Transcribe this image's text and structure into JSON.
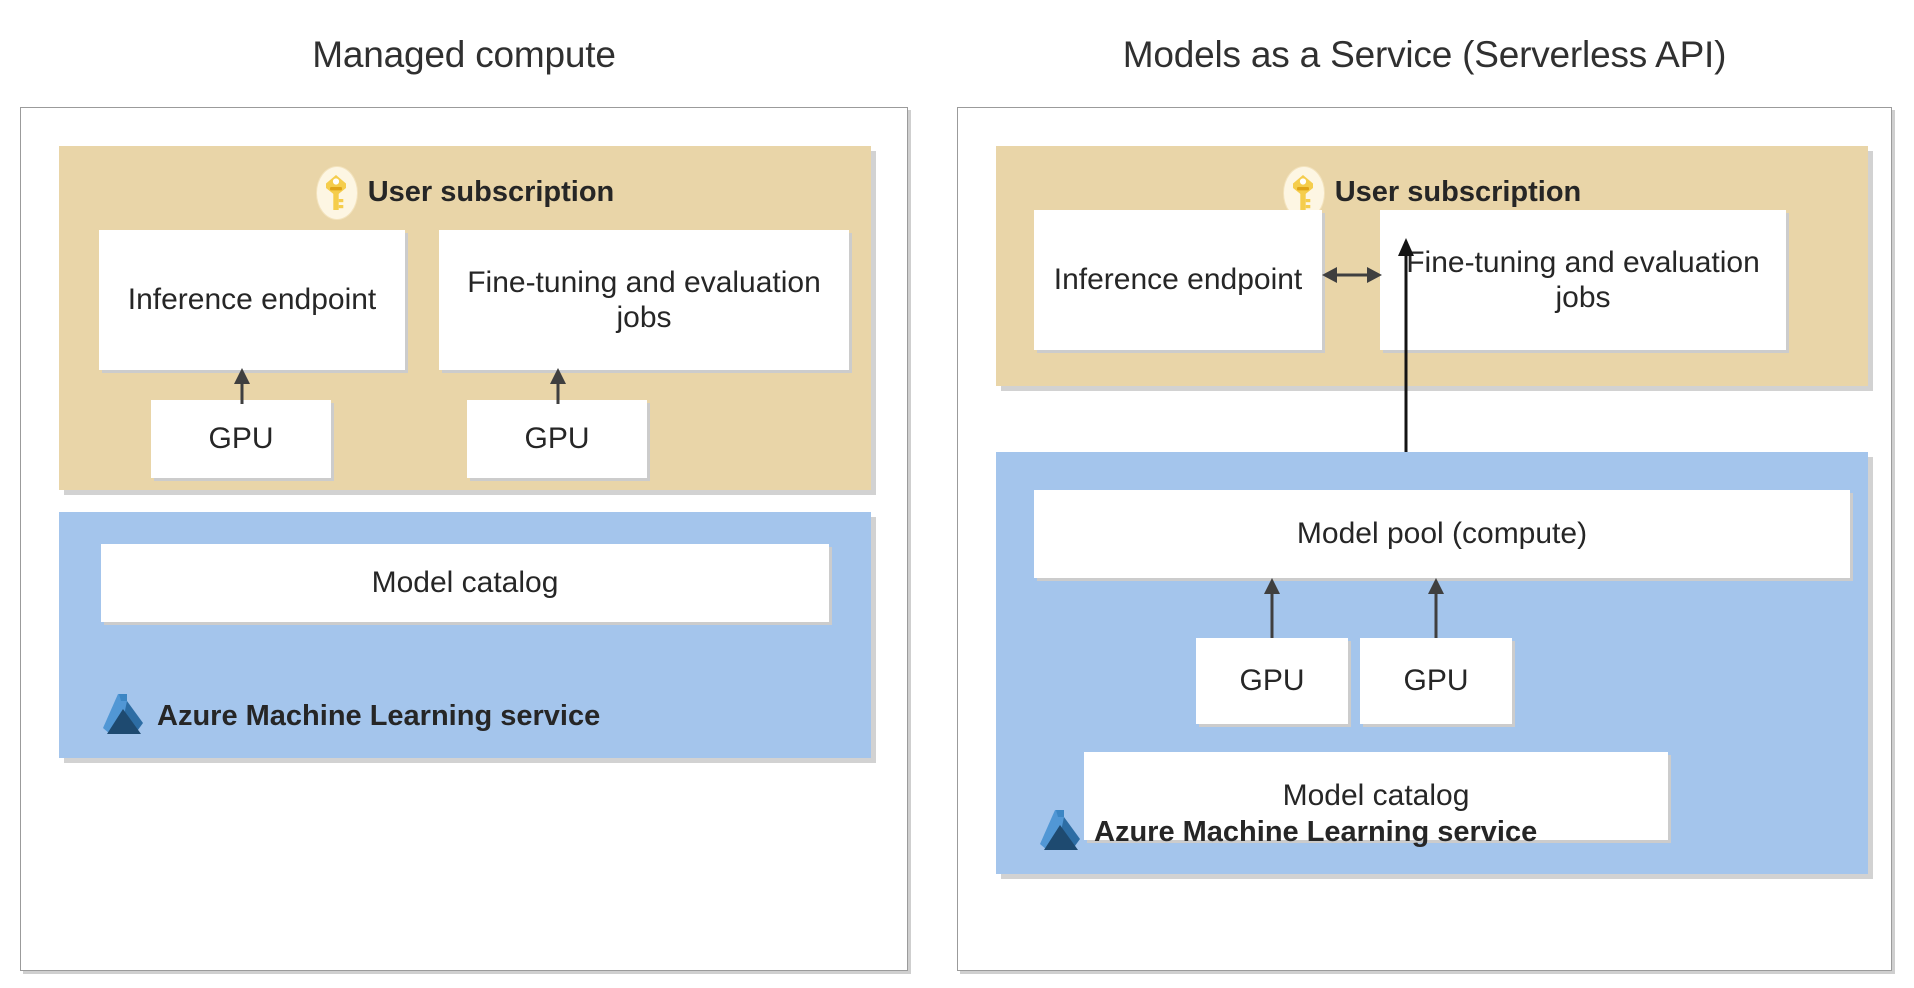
{
  "diagram": {
    "title_left": "Managed compute",
    "title_right": "Models as a Service (Serverless API)",
    "colors": {
      "subscription_fill": "#e9d5a8",
      "aml_fill": "#a4c5ec",
      "box_fill": "#ffffff",
      "panel_border": "#9b9b9b",
      "shadow": "#d2d2d2",
      "text": "#262626",
      "arrow": "#3f3f3f",
      "key_icon_gold": "#f2c230",
      "aml_icon_light_blue": "#50a0d8",
      "aml_icon_dark_blue": "#1f4a6d"
    },
    "icons": {
      "key": "key-icon",
      "azure_ml_flask": "azure-ml-flask-icon"
    }
  },
  "left_panel": {
    "subscription": {
      "label": "User subscription",
      "boxes": [
        {
          "label": "Inference endpoint"
        },
        {
          "label": "Fine-tuning and evaluation jobs"
        },
        {
          "label": "GPU"
        },
        {
          "label": "GPU"
        }
      ]
    },
    "aml": {
      "label": "Azure Machine Learning service",
      "boxes": [
        {
          "label": "Model catalog"
        }
      ]
    }
  },
  "right_panel": {
    "subscription": {
      "label": "User subscription",
      "boxes": [
        {
          "label": "Inference endpoint"
        },
        {
          "label": "Fine-tuning and evaluation jobs"
        }
      ]
    },
    "aml": {
      "label": "Azure Machine Learning service",
      "boxes": [
        {
          "label": "Model pool (compute)"
        },
        {
          "label": "GPU"
        },
        {
          "label": "GPU"
        },
        {
          "label": "Model catalog"
        }
      ]
    }
  }
}
